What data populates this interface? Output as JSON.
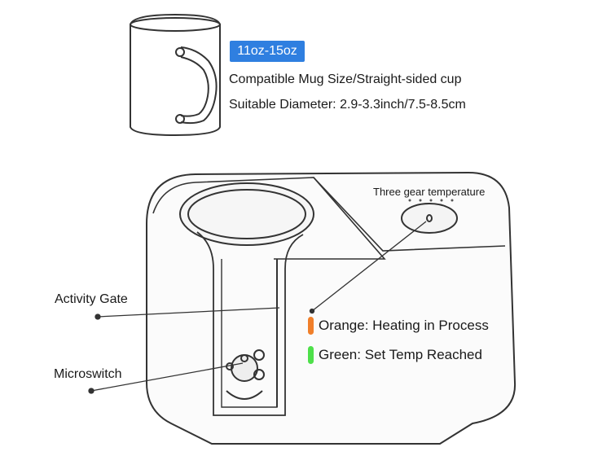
{
  "mug": {
    "size_badge": "11oz-15oz",
    "spec_compatible": "Compatible Mug Size/Straight-sided cup",
    "spec_diameter": "Suitable Diameter: 2.9-3.3inch/7.5-8.5cm"
  },
  "device": {
    "gear_label": "Three gear temperature",
    "callouts": {
      "activity_gate": "Activity Gate",
      "microswitch": "Microswitch"
    },
    "legend": {
      "orange_label": "Orange: Heating in Process",
      "green_label": "Green: Set Temp Reached"
    }
  },
  "colors": {
    "badge": "#2f7fe0",
    "orange": "#f07f2a",
    "green": "#4ee04a",
    "line": "#333333"
  }
}
